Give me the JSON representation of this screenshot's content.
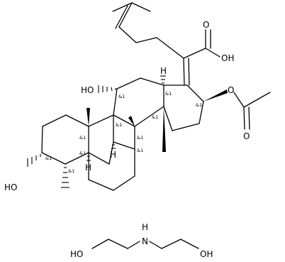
{
  "labels": {
    "cooh_o": "O",
    "cooh_oh": "OH",
    "oh_c11": "HO",
    "oh_c3": "HO",
    "ester_o": "O",
    "carbonyl_o": "O",
    "h_c13": "H",
    "h_c9": "H",
    "h_c5": "H",
    "dea_oh_left": "HO",
    "dea_nh": "H",
    "dea_n": "N",
    "dea_oh_right": "OH"
  },
  "stereo": {
    "c11": "&1",
    "c13": "&1",
    "c16": "&1",
    "c8": "&1",
    "c9": "&1",
    "c10": "&1",
    "c14": "&1",
    "c20": "&1",
    "c3": "&1",
    "c4": "&1",
    "c5": "&1"
  },
  "colors": {
    "ink": "#000000",
    "background": "#ffffff"
  }
}
